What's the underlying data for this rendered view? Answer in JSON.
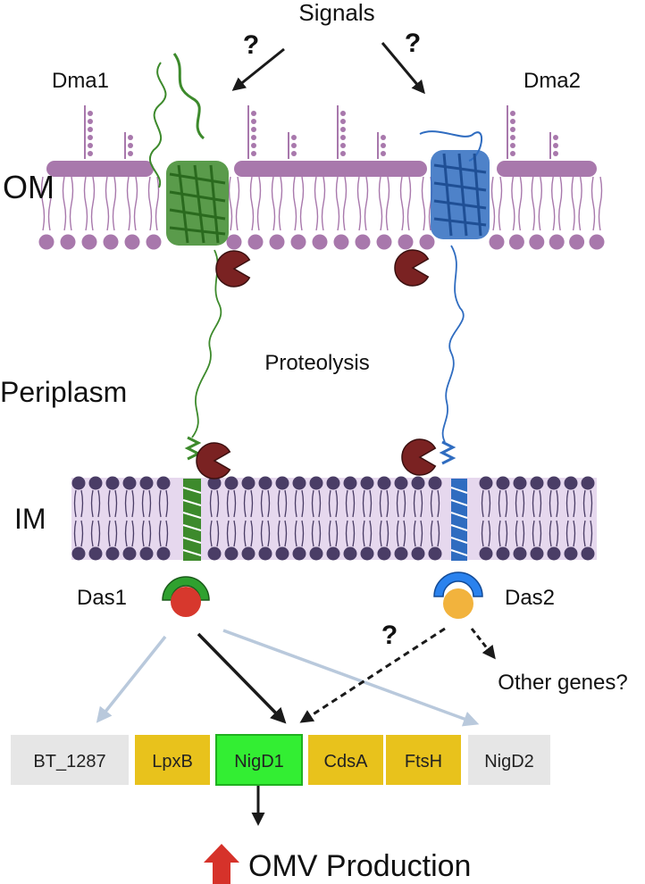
{
  "labels": {
    "signals": "Signals",
    "q1": "?",
    "q2": "?",
    "q3": "?",
    "dma1": "Dma1",
    "dma2": "Dma2",
    "om": "OM",
    "periplasm": "Periplasm",
    "proteolysis": "Proteolysis",
    "im": "IM",
    "das1": "Das1",
    "das2": "Das2",
    "other_genes": "Other genes?",
    "omv": "OMV Production"
  },
  "genes": [
    {
      "name": "BT_1287",
      "color": "#e6e6e6"
    },
    {
      "name": "LpxB",
      "color": "#e8c21c"
    },
    {
      "name": "NigD1",
      "color": "#33ee33"
    },
    {
      "name": "CdsA",
      "color": "#e8c21c"
    },
    {
      "name": "FtsH",
      "color": "#e8c21c"
    },
    {
      "name": "NigD2",
      "color": "#e6e6e6"
    }
  ],
  "colors": {
    "om_lipid": "#a878ac",
    "im_lipid": "#4a3d66",
    "im_band": "#e6d8ee",
    "dma1": "#3d8a2c",
    "dma2": "#2f6cc0",
    "protease": "#7a2222",
    "das1_cap": "#2fa12f",
    "das1_ball": "#d7382d",
    "das2_cap": "#2a82ee",
    "das2_ball": "#f2b33d",
    "light_arrow": "#b9c9dc",
    "omv_arrow": "#d6322a"
  }
}
